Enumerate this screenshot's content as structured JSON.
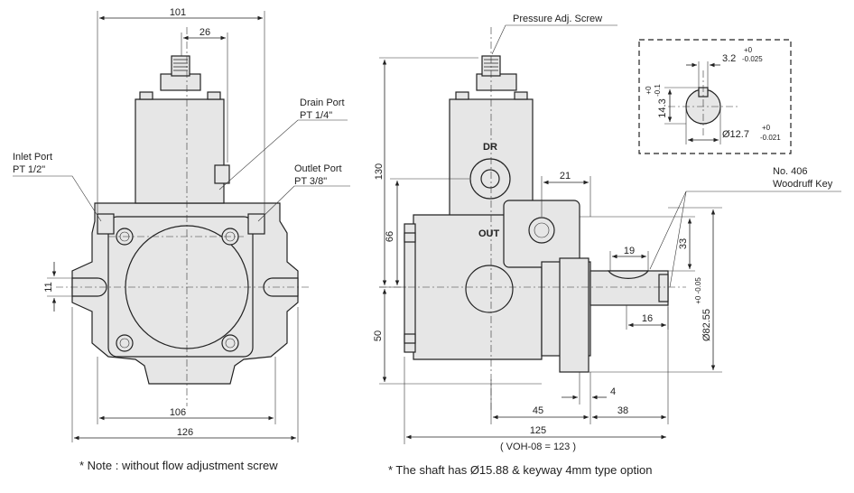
{
  "front_view": {
    "dims": {
      "top_width": "101",
      "center_offset": "26",
      "height_slot": "11",
      "base_inner": "106",
      "base_outer": "126"
    },
    "labels": {
      "drain_port": "Drain Port",
      "drain_port_size": "PT 1/4\"",
      "inlet_port": "Inlet Port",
      "inlet_port_size": "PT 1/2\"",
      "outlet_port": "Outlet Port",
      "outlet_port_size": "PT 3/8\""
    }
  },
  "side_view": {
    "dims": {
      "height_upper": "130",
      "dim_66": "66",
      "dim_50": "50",
      "dim_21": "21",
      "dim_19": "19",
      "dim_33": "33",
      "dim_16": "16",
      "diameter": "Ø82.55",
      "dia_tol": "+0\n-0.05",
      "dim_45": "45",
      "dim_4": "4",
      "dim_38": "38",
      "overall": "125",
      "overall_alt": "( VOH-08 = 123 )"
    },
    "labels": {
      "pressure_screw": "Pressure Adj. Screw",
      "drain_mark": "DR",
      "out_mark": "OUT",
      "key_no": "No. 406",
      "key_name": "Woodruff Key"
    }
  },
  "key_detail": {
    "dims": {
      "key_width": "3.2",
      "key_width_tol_up": "+0",
      "key_width_tol_low": "-0.025",
      "key_depth": "14.3",
      "key_depth_tol_up": "+0",
      "key_depth_tol_low": "-0.1",
      "shaft_dia": "Ø12.7",
      "shaft_tol_up": "+0",
      "shaft_tol_low": "-0.021"
    }
  },
  "notes": {
    "left": "*  Note : without flow adjustment screw",
    "right": "*  The shaft has Ø15.88 & keyway 4mm type option"
  }
}
